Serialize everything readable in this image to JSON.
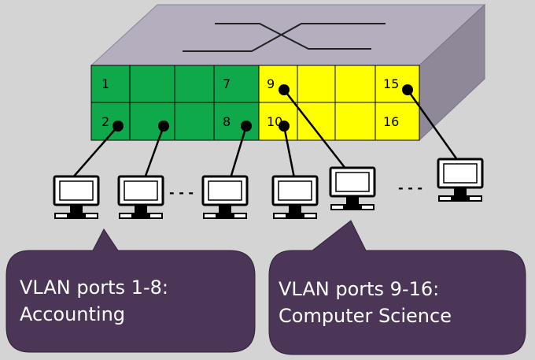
{
  "ports": {
    "p1": "1",
    "p7": "7",
    "p9": "9",
    "p15": "15",
    "p2": "2",
    "p8": "8",
    "p10": "10",
    "p16": "16"
  },
  "ellipsis_left": "- - -",
  "ellipsis_right": "- - -",
  "callout_accounting": {
    "line1": "VLAN ports 1-8:",
    "line2": "Accounting"
  },
  "callout_cs": {
    "line1": "VLAN ports 9-16:",
    "line2": "Computer Science"
  },
  "colors": {
    "background": "#d4d4d4",
    "switch_top": "#b4aebf",
    "switch_side": "#8f8899",
    "vlan_accounting": "#0fa84a",
    "vlan_cs": "#ffff00",
    "callout": "#4b3657"
  }
}
